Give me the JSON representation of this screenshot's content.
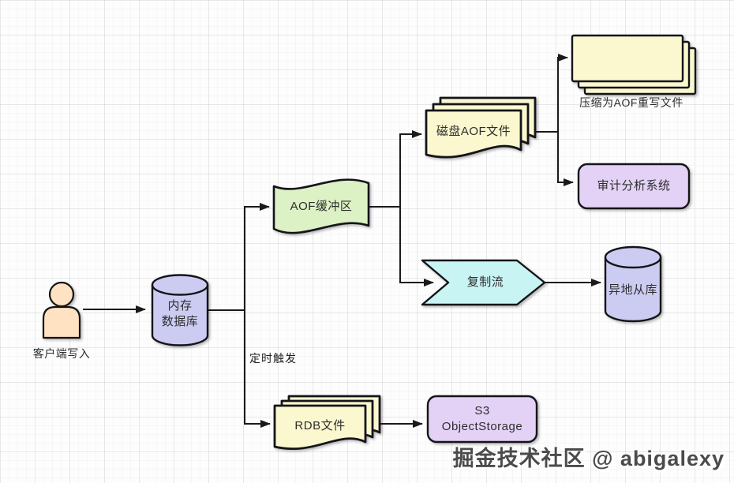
{
  "diagram": {
    "watermark": "掘金技术社区 @ abigalexy",
    "nodes": {
      "client": {
        "label": "客户端写入"
      },
      "memory_db": {
        "line1": "内存",
        "line2": "数据库"
      },
      "aof_buffer": {
        "label": "AOF缓冲区"
      },
      "disk_aof": {
        "label": "磁盘AOF文件"
      },
      "rewrite_files": {
        "label": "压缩为AOF重写文件"
      },
      "audit_system": {
        "label": "审计分析系统"
      },
      "replication_stream": {
        "label": "复制流"
      },
      "remote_slave": {
        "label": "异地从库"
      },
      "rdb_file": {
        "label": "RDB文件"
      },
      "s3": {
        "line1": "S3",
        "line2": "ObjectStorage"
      }
    },
    "edges": {
      "timer_label": "定时触发"
    },
    "colors": {
      "cylinder_fill": "#ccccf2",
      "yellow_fill": "#fbf8cf",
      "green_fill": "#dcf1c4",
      "cyan_fill": "#c9f4f4",
      "purple_fill": "#e3d2f6",
      "skin_fill": "#ffe2c2",
      "stroke": "#141419",
      "edge_color": "#1a1a1a"
    }
  }
}
